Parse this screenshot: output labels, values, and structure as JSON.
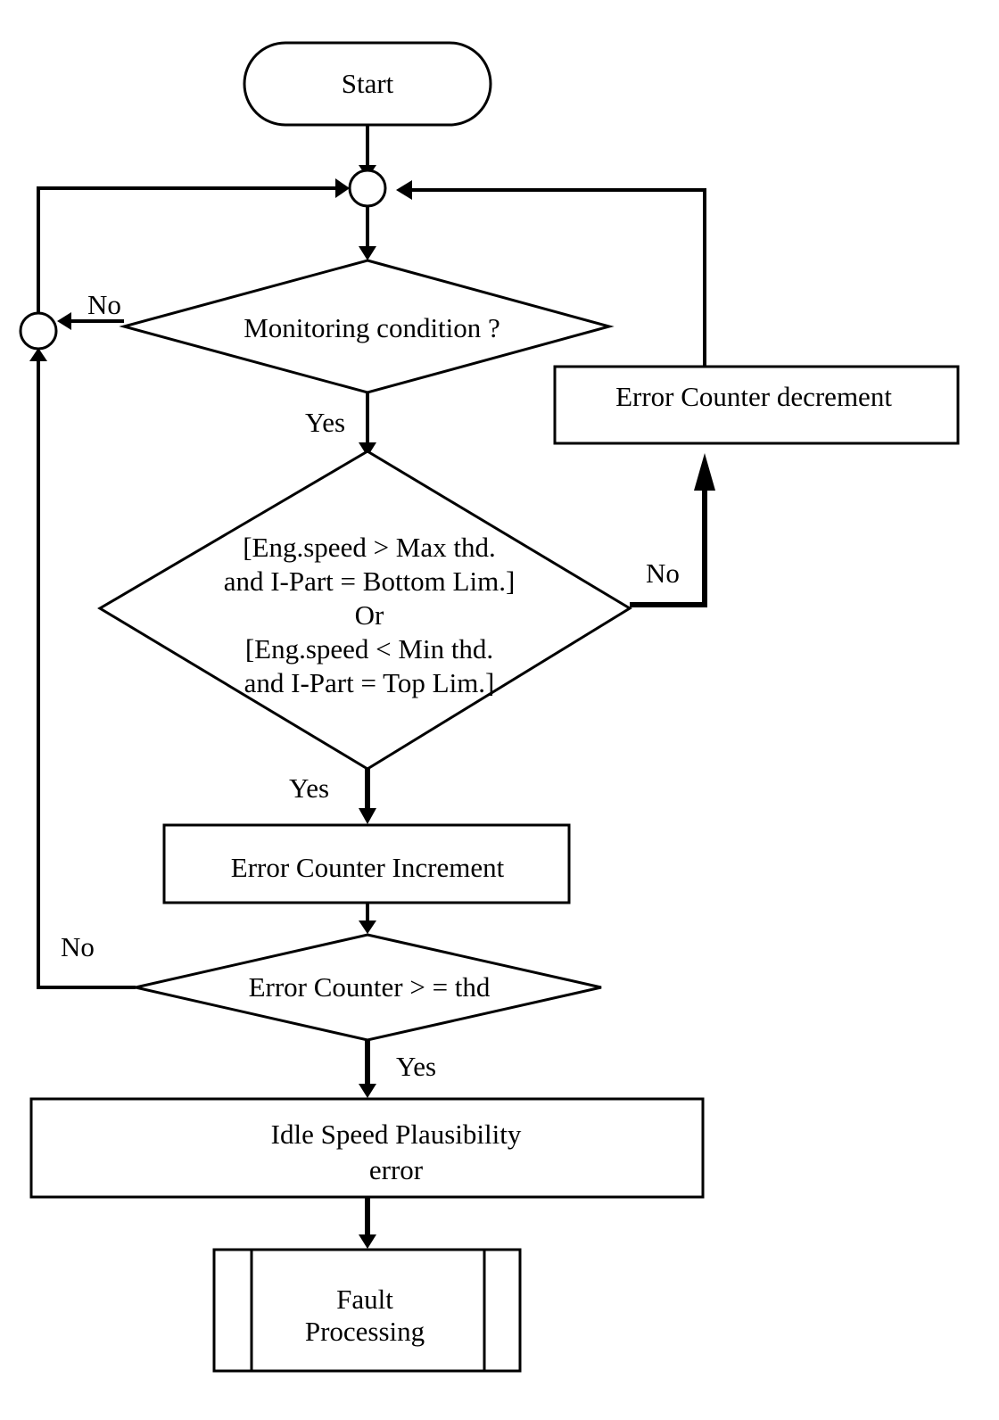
{
  "nodes": {
    "start": "Start",
    "monitoring": "Monitoring condition ?",
    "condition": [
      "[Eng.speed > Max thd.",
      "and I-Part = Bottom Lim.]",
      "Or",
      "[Eng.speed < Min thd.",
      "and I-Part = Top Lim.]"
    ],
    "decrement": "Error Counter decrement",
    "increment": "Error Counter Increment",
    "threshold": "Error Counter > = thd",
    "plausibility": [
      "Idle Speed Plausibility",
      "error"
    ],
    "fault": [
      "Fault",
      "Processing"
    ]
  },
  "labels": {
    "monitoring_no": "No",
    "monitoring_yes": "Yes",
    "condition_no": "No",
    "condition_yes": "Yes",
    "threshold_no": "No",
    "threshold_yes": "Yes"
  }
}
